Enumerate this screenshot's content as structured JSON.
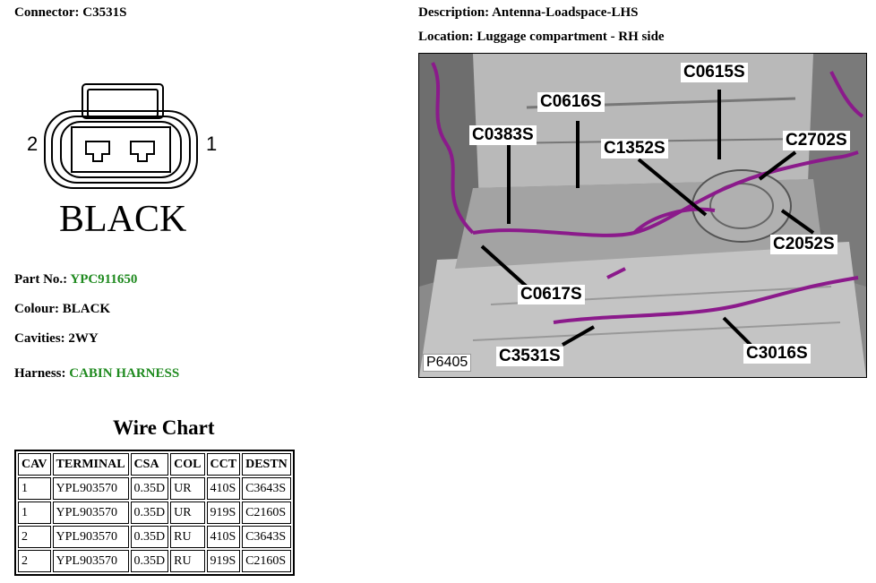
{
  "header": {
    "connector_label": "Connector:",
    "connector_value": "C3531S",
    "description_label": "Description:",
    "description_value": "Antenna-Loadspace-LHS",
    "location_label": "Location:",
    "location_value": "Luggage compartment - RH side"
  },
  "diagram": {
    "pin_left": "2",
    "pin_right": "1",
    "color_text": "BLACK"
  },
  "info": {
    "part_label": "Part No.:",
    "part_value": "YPC911650",
    "colour_label": "Colour:",
    "colour_value": "BLACK",
    "cavities_label": "Cavities:",
    "cavities_value": "2WY",
    "harness_label": "Harness:",
    "harness_value": "CABIN HARNESS"
  },
  "wire_chart": {
    "title": "Wire Chart",
    "columns": [
      "CAV",
      "TERMINAL",
      "CSA",
      "COL",
      "CCT",
      "DESTN"
    ],
    "rows": [
      [
        "1",
        "YPL903570",
        "0.35D",
        "UR",
        "410S",
        "C3643S"
      ],
      [
        "1",
        "YPL903570",
        "0.35D",
        "UR",
        "919S",
        "C2160S"
      ],
      [
        "2",
        "YPL903570",
        "0.35D",
        "RU",
        "410S",
        "C3643S"
      ],
      [
        "2",
        "YPL903570",
        "0.35D",
        "RU",
        "919S",
        "C2160S"
      ]
    ]
  },
  "photo": {
    "ref_code": "P6405",
    "callouts": [
      "C0615S",
      "C0616S",
      "C0383S",
      "C1352S",
      "C2702S",
      "C2052S",
      "C0617S",
      "C3531S",
      "C3016S"
    ],
    "harness_color": "#8b1a8b"
  }
}
